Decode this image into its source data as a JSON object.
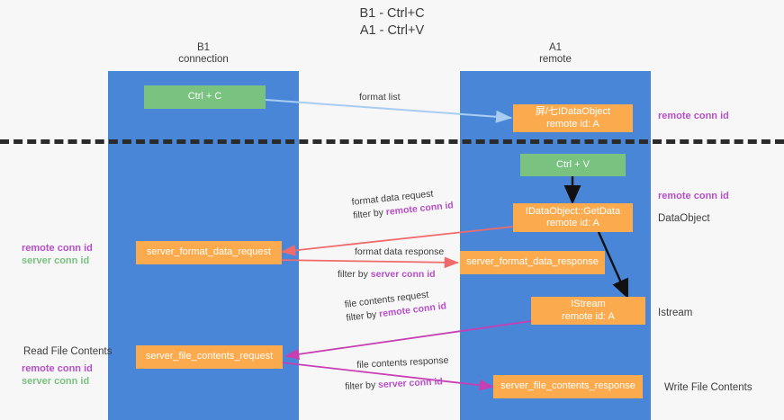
{
  "title": "B1 - Ctrl+C\nA1 - Ctrl+V",
  "columns": {
    "left": {
      "name": "B1",
      "sub": "connection",
      "label": "B1\nconnection"
    },
    "right": {
      "name": "A1",
      "sub": "remote",
      "label": "A1\nremote"
    }
  },
  "nodes": {
    "ctrl_c": "Ctrl + C",
    "ctrl_v": "Ctrl + V",
    "idataobject": "屏/七IDataObject\nremote id: A",
    "getdata": "IDataObject::GetData\nremote id: A",
    "istream": "IStream\nremote id: A",
    "server_format_data_request": "server_format_data_request",
    "server_format_data_response": "server_format_data_response",
    "server_file_contents_request": "server_file_contents_request",
    "server_file_contents_response": "server_file_contents_response"
  },
  "edges": {
    "format_list": "format list",
    "format_data_request": "format data request",
    "format_data_request_filter_prefix": "filter by ",
    "format_data_request_filter_key": "remote conn id",
    "format_data_response": "format data response",
    "format_data_response_filter_prefix": "filter by ",
    "format_data_response_filter_key": "server conn id",
    "file_contents_request": "file contents request",
    "file_contents_request_filter_prefix": "filter by ",
    "file_contents_request_filter_key": "remote conn id",
    "file_contents_response": "file contents response",
    "file_contents_response_filter_prefix": "filter by ",
    "file_contents_response_filter_key": "server conn id"
  },
  "annotations": {
    "right_remote_conn_id_top": "remote conn id",
    "right_remote_conn_id_mid": "remote conn id",
    "right_dataobject": "DataObject",
    "right_istream": "Istream",
    "right_write_file_contents": "Write File Contents",
    "left_read_file_contents": "Read File Contents",
    "left_legend_mid_remote": "remote conn id",
    "left_legend_mid_server": "server conn id",
    "left_legend_bottom_remote": "remote conn id",
    "left_legend_bottom_server": "server conn id"
  },
  "colors": {
    "lane": "#4a86d8",
    "green_node": "#79c27f",
    "orange_node": "#fbab4e",
    "remote_conn_id": "#b64fc8",
    "server_conn_id": "#79c27f",
    "format_list_arrow": "#a8cdf0",
    "format_data_arrow": "#ef6b6b",
    "file_contents_arrow": "#c83fb4",
    "black_arrow": "#111111",
    "divider": "#2b2b2b",
    "background": "#f7f7f7"
  }
}
